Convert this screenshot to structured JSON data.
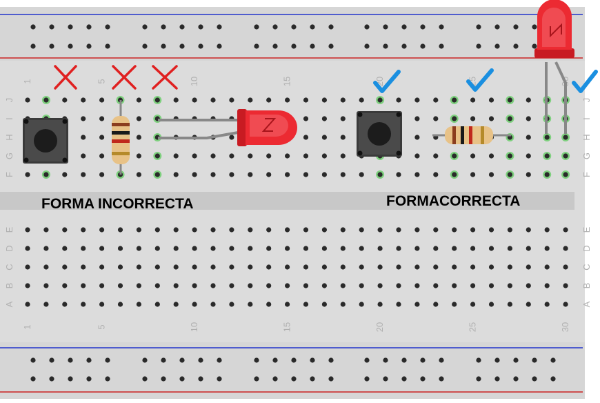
{
  "labels": {
    "incorrect": "FORMA INCORRECTA",
    "correct": "FORMACORRECTA"
  },
  "column_numbers": [
    "1",
    "5",
    "10",
    "15",
    "20",
    "25",
    "30"
  ],
  "row_letters_top": [
    "J",
    "I",
    "H",
    "G",
    "F"
  ],
  "row_letters_bottom": [
    "E",
    "D",
    "C",
    "B",
    "A"
  ],
  "marks": {
    "cross_count": 3,
    "check_count": 3
  },
  "colors": {
    "board": "#dcdcdc",
    "rail_red": "#cc2222",
    "rail_blue": "#2233cc",
    "highlight": "#7ed07e",
    "cross": "#e02020",
    "check": "#1a8fe0",
    "led": "#e8232b"
  }
}
